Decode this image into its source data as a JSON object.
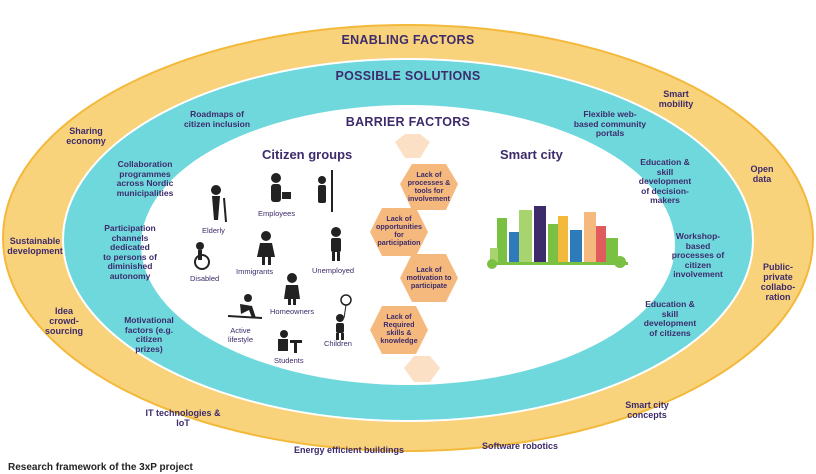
{
  "titles": {
    "enabling": "ENABLING FACTORS",
    "solutions": "POSSIBLE SOLUTIONS",
    "barrier": "BARRIER FACTORS",
    "citizen_groups": "Citizen groups",
    "smart_city": "Smart city"
  },
  "enabling_factors": {
    "sharing_economy": "Sharing\neconomy",
    "sustainable_development": "Sustainable\ndevelopment",
    "idea_crowdsourcing": "Idea\ncrowd-\nsourcing",
    "it_technologies": "IT technologies &\nIoT",
    "energy_buildings": "Energy efficient buildings",
    "software_robotics": "Software robotics",
    "smart_city_concepts": "Smart city\nconcepts",
    "public_private": "Public-\nprivate\ncollabo-\nration",
    "open_data": "Open\ndata",
    "smart_mobility": "Smart\nmobility"
  },
  "possible_solutions": {
    "roadmaps": "Roadmaps of\ncitizen inclusion",
    "collaboration": "Collaboration\nprogrammes\nacross Nordic\nmunicipalities",
    "participation_channels": "Participation\nchannels\ndedicated\nto persons of\ndiminished\nautonomy",
    "motivational": "Motivational\nfactors (e.g.\ncitizen\nprizes)",
    "flexible_portals": "Flexible web-\nbased community\nportals",
    "education_decision": "Education &\nskill\ndevelopment\nof decision-\nmakers",
    "workshop": "Workshop-\nbased\nprocesses of\ncitizen\ninvolvement",
    "education_citizens": "Education &\nskill\ndevelopment\nof citizens"
  },
  "barriers": [
    "Lack of\nprocesses &\ntools for\ninvolvement",
    "Lack of\nopportunities\nfor\nparticipation",
    "Lack of\nmotivation to\nparticipate",
    "Lack of\nRequired\nskills &\nknowledge"
  ],
  "citizen_groups": {
    "employees": "Employees",
    "elderly": "Elderly",
    "immigrants": "Immigrants",
    "unemployed": "Unemployed",
    "disabled": "Disabled",
    "homeowners": "Homeowners",
    "active_lifestyle": "Active\nlifestyle",
    "children": "Children",
    "students": "Students"
  },
  "caption": "Research framework of the 3xP project",
  "colors": {
    "outer_ring": "#f9d27c",
    "outer_edge": "#f3b93a",
    "middle_ring": "#6fd8dd",
    "inner_fill": "#ffffff",
    "hex": "#f6b97d",
    "hex_light": "#fce0c6",
    "text_dark": "#3d2b6b"
  }
}
